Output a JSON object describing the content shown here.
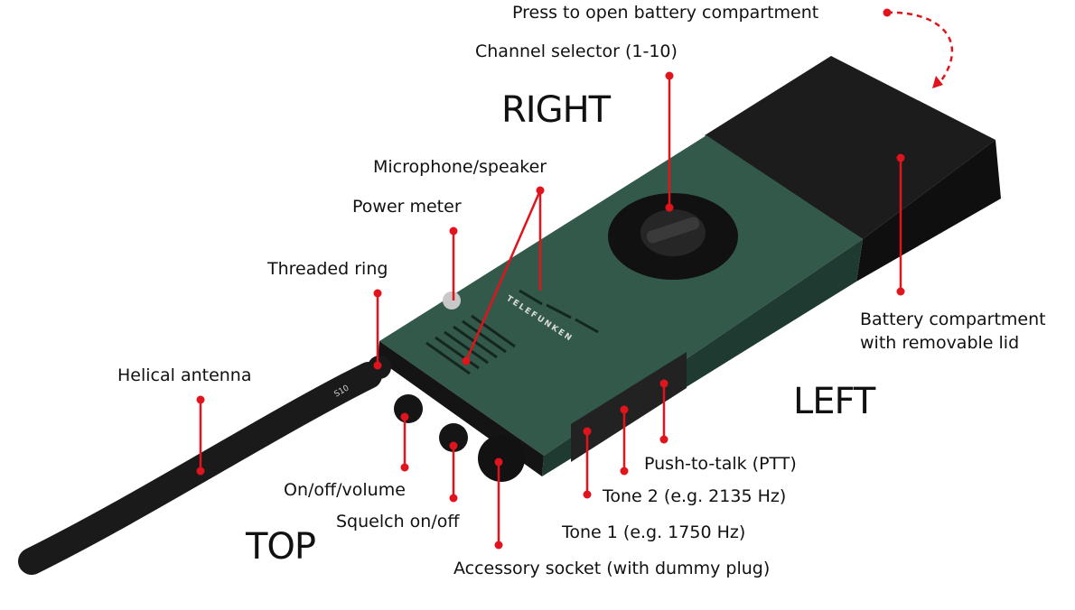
{
  "orientation": {
    "right": "RIGHT",
    "left": "LEFT",
    "top": "TOP"
  },
  "labels": {
    "battery_open": "Press to open battery compartment",
    "channel_selector": "Channel selector (1-10)",
    "microphone_speaker": "Microphone/speaker",
    "power_meter": "Power meter",
    "threaded_ring": "Threaded ring",
    "helical_antenna": "Helical antenna",
    "battery_lid_line1": "Battery compartment",
    "battery_lid_line2": "with removable lid",
    "push_to_talk": "Push-to-talk (PTT)",
    "tone_2": "Tone 2 (e.g. 2135 Hz)",
    "tone_1": "Tone 1 (e.g. 1750 Hz)",
    "on_off_volume": "On/off/volume",
    "squelch": "Squelch on/off",
    "accessory_socket": "Accessory socket (with dummy plug)"
  },
  "device": {
    "brand": "TELEFUNKEN",
    "antenna_marking": "S10"
  },
  "colors": {
    "leader": "#e0141c",
    "body_green": "#2f5548",
    "body_black": "#161616",
    "text": "#111111"
  }
}
